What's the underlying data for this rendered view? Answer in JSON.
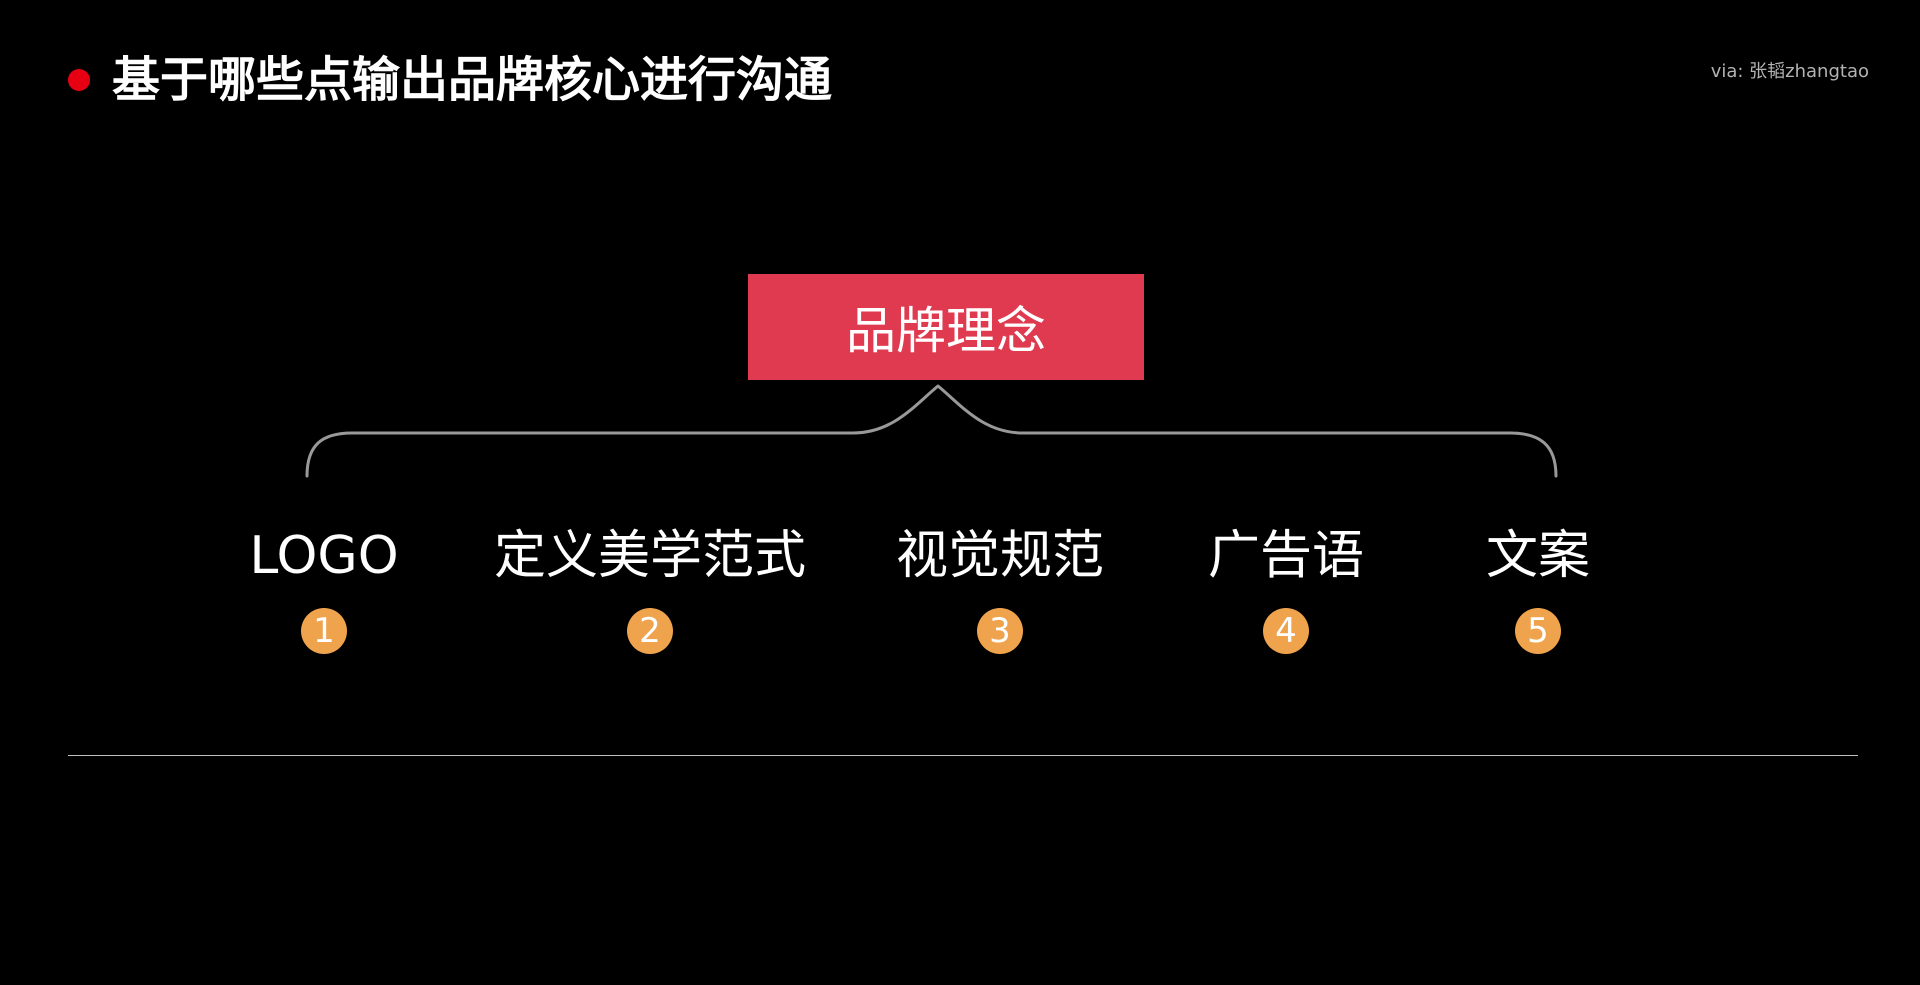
{
  "slide": {
    "title": "基于哪些点输出品牌核心进行沟通",
    "credit": "via: 张韬zhangtao"
  },
  "diagram": {
    "core": "品牌理念",
    "items": [
      {
        "label": "LOGO",
        "number": "1"
      },
      {
        "label": "定义美学范式",
        "number": "2"
      },
      {
        "label": "视觉规范",
        "number": "3"
      },
      {
        "label": "广告语",
        "number": "4"
      },
      {
        "label": "文案",
        "number": "5"
      }
    ]
  },
  "colors": {
    "background": "#000000",
    "accent_red": "#e60012",
    "core_box": "#df3a4f",
    "number_badge": "#f0a34d",
    "brace_line": "#999999",
    "divider": "#bfbfbf"
  }
}
